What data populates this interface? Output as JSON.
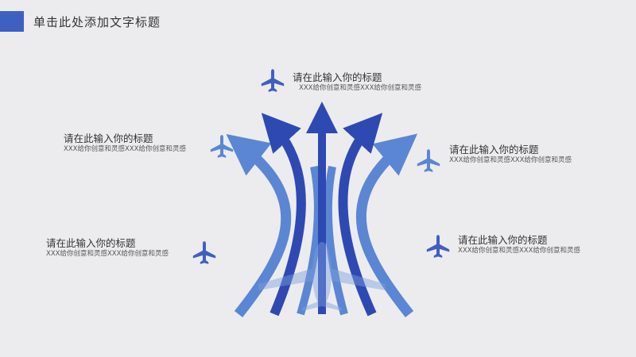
{
  "header": {
    "title": "单击此处添加文字标题"
  },
  "items": [
    {
      "heading": "请在此输入你的标题",
      "desc": "XXX给你创意和灵感XXX给你创意和灵感"
    },
    {
      "heading": "请在此输入你的标题",
      "desc": "XXX给你创意和灵感XXX给你创意和灵感"
    },
    {
      "heading": "请在此输入你的标题",
      "desc": "XXX给你创意和灵感XXX给你创意和灵感"
    },
    {
      "heading": "请在此输入你的标题",
      "desc": "XXX给你创意和灵感XXX给你创意和灵感"
    },
    {
      "heading": "请在此输入你的标题",
      "desc": "XXX给你创意和灵感XXX给你创意和灵感"
    }
  ],
  "colors": {
    "accent": "#3f5fc2",
    "light": "#5b86d3",
    "dark": "#2f49b3"
  },
  "icons": [
    "airplane-icon"
  ]
}
